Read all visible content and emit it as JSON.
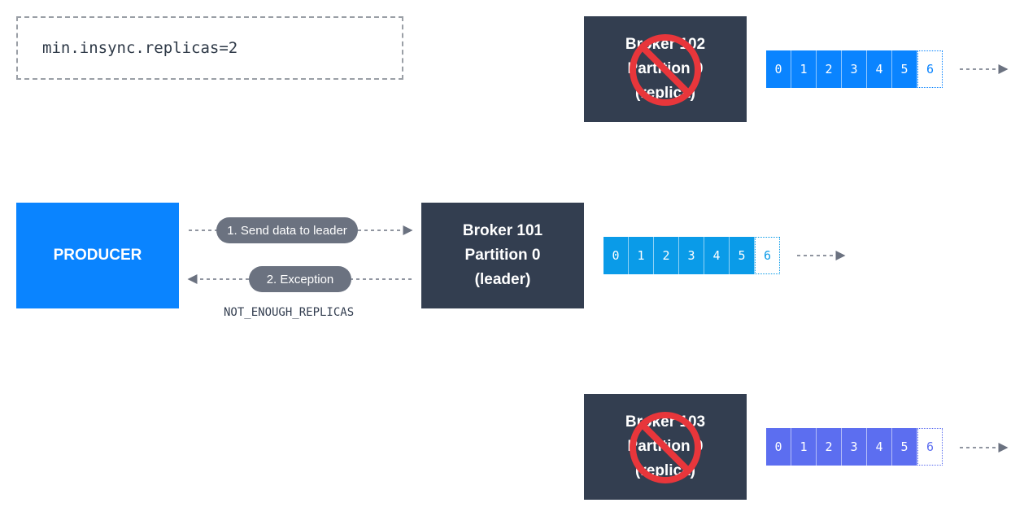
{
  "config": {
    "text": "min.insync.replicas=2"
  },
  "producer": {
    "label": "PRODUCER"
  },
  "brokers": {
    "b102": {
      "name": "Broker 102",
      "partition": "Partition 0",
      "role": "(replica)",
      "status": "unavailable"
    },
    "b101": {
      "name": "Broker 101",
      "partition": "Partition 0",
      "role": "(leader)"
    },
    "b103": {
      "name": "Broker 103",
      "partition": "Partition 0",
      "role": "(replica)",
      "status": "unavailable"
    }
  },
  "logs": {
    "b102": {
      "offsets": [
        "0",
        "1",
        "2",
        "3",
        "4",
        "5",
        "6"
      ],
      "color": "#0a84ff"
    },
    "b101": {
      "offsets": [
        "0",
        "1",
        "2",
        "3",
        "4",
        "5",
        "6"
      ],
      "color": "#0a9be8"
    },
    "b103": {
      "offsets": [
        "0",
        "1",
        "2",
        "3",
        "4",
        "5",
        "6"
      ],
      "color": "#5c6ef0"
    }
  },
  "messages": {
    "send": "1. Send data to leader",
    "exception": "2. Exception",
    "error_code": "NOT_ENOUGH_REPLICAS"
  },
  "colors": {
    "producer": "#0a84ff",
    "broker": "#333e50",
    "pill": "#6b7280",
    "arrow": "#6b7280",
    "prohibited": "#e8363b"
  }
}
